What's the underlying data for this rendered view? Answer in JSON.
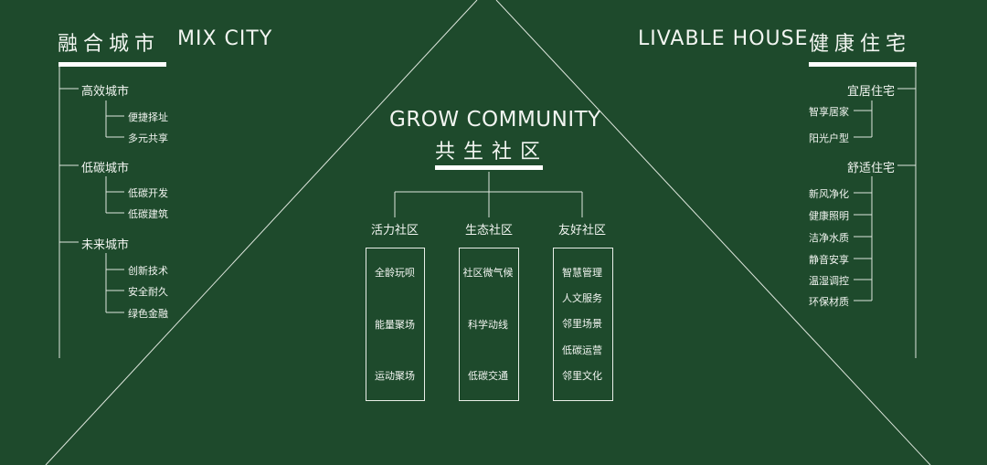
{
  "left": {
    "title_cn": "融合城市",
    "title_en": "MIX CITY",
    "groups": [
      {
        "label": "高效城市",
        "items": [
          "便捷择址",
          "多元共享"
        ]
      },
      {
        "label": "低碳城市",
        "items": [
          "低碳开发",
          "低碳建筑"
        ]
      },
      {
        "label": "未来城市",
        "items": [
          "创新技术",
          "安全耐久",
          "绿色金融"
        ]
      }
    ]
  },
  "right": {
    "title_en": "LIVABLE HOUSE",
    "title_cn": "健康住宅",
    "groups": [
      {
        "label": "宜居住宅",
        "items": [
          "智享居家",
          "阳光户型"
        ]
      },
      {
        "label": "舒适住宅",
        "items": [
          "新风净化",
          "健康照明",
          "洁净水质",
          "静音安享",
          "温湿调控",
          "环保材质"
        ]
      }
    ]
  },
  "center": {
    "title_en": "GROW COMMUNITY",
    "title_cn": "共生社区",
    "columns": [
      {
        "label": "活力社区",
        "items": [
          "全龄玩呗",
          "能量聚场",
          "运动聚场"
        ]
      },
      {
        "label": "生态社区",
        "items": [
          "社区微气候",
          "科学动线",
          "低碳交通"
        ]
      },
      {
        "label": "友好社区",
        "items": [
          "智慧管理",
          "人文服务",
          "邻里场景",
          "低碳运营",
          "邻里文化"
        ]
      }
    ]
  },
  "colors": {
    "background": "#1e4a2c",
    "line": "#e9efe8",
    "text": "#f2f5f1"
  }
}
